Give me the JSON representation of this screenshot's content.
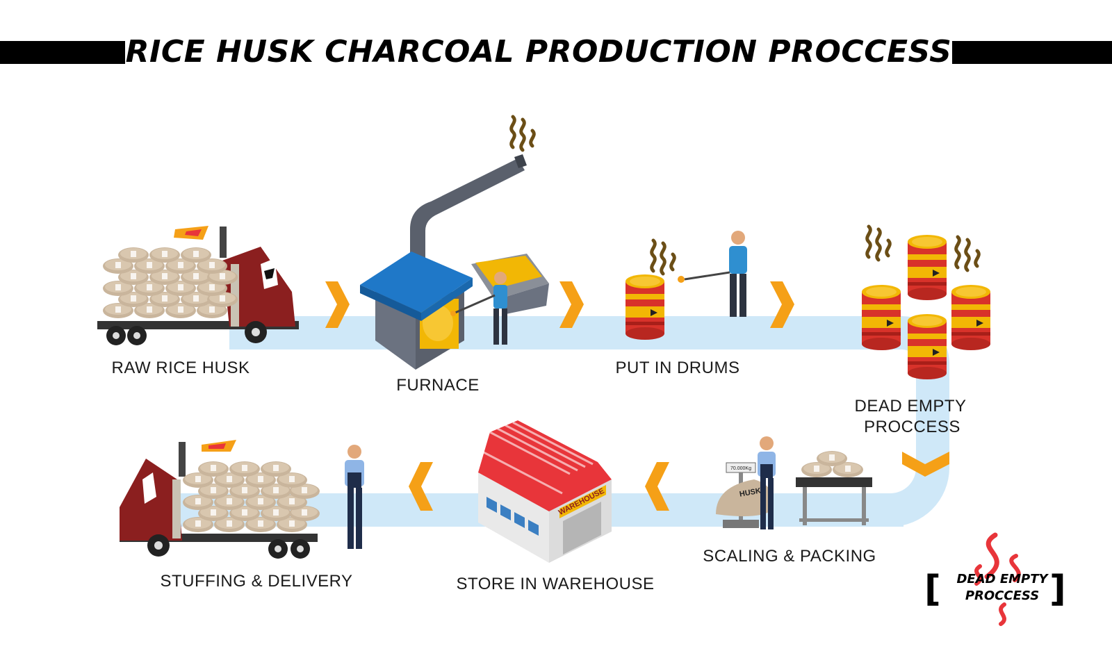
{
  "title": "RICE HUSK CHARCOAL PRODUCTION PROCCESS",
  "steps": {
    "raw_rice_husk": "RAW RICE HUSK",
    "furnace": "FURNACE",
    "put_in_drums": "PUT IN DRUMS",
    "dead_empty_line1": "DEAD EMPTY",
    "dead_empty_line2": "PROCCESS",
    "scaling_packing": "SCALING & PACKING",
    "store_warehouse": "STORE IN WAREHOUSE",
    "stuffing_delivery": "STUFFING & DELIVERY"
  },
  "props": {
    "husk_bag_label": "HUSK",
    "scale_reading": "70.000Kg",
    "warehouse_sign": "WAREHOUSE"
  },
  "logo": {
    "line1": "DEAD EMPTY",
    "line2": "PROCCESS"
  },
  "colors": {
    "path": "#cfe8f8",
    "arrow": "#f5a017",
    "truck": "#8b1f1f",
    "drum_red": "#d8322a",
    "drum_yellow": "#f2b705",
    "furnace_roof": "#1f78c8",
    "warehouse_roof": "#e8353a",
    "smoke": "#6b4e16"
  }
}
